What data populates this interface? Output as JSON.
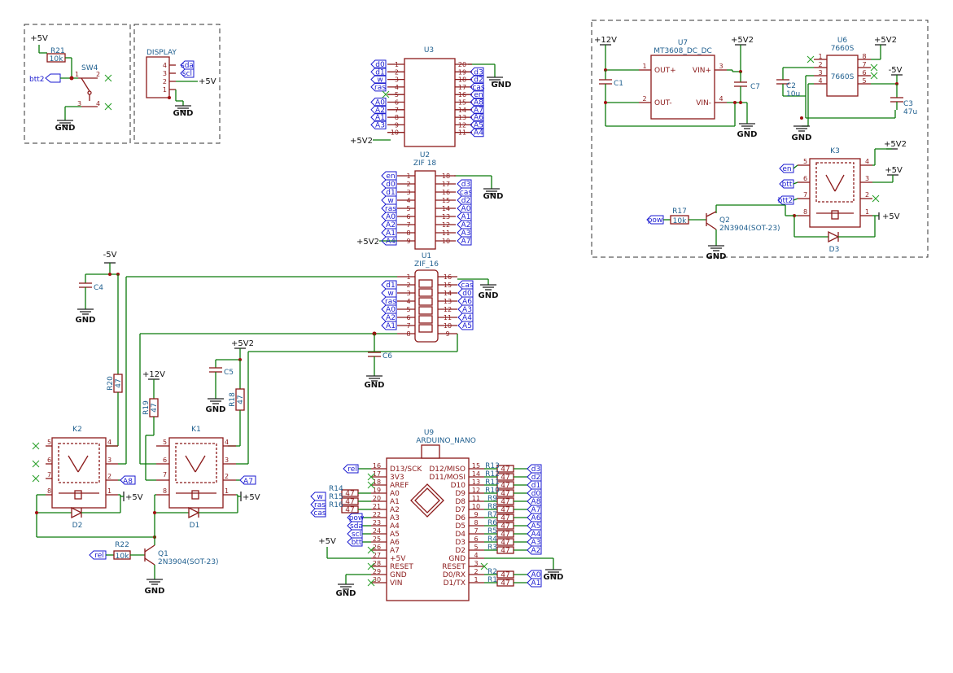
{
  "components": {
    "u3": {
      "ref": "U3",
      "left_pins": [
        "1",
        "2",
        "3",
        "4",
        "5",
        "6",
        "7",
        "8",
        "9",
        "10"
      ],
      "right_pins": [
        "20",
        "19",
        "18",
        "17",
        "16",
        "15",
        "14",
        "13",
        "12",
        "11"
      ],
      "left_nets": [
        "d0",
        "d1",
        "w",
        "ras",
        "",
        "A0",
        "A2",
        "A1",
        "A3",
        ""
      ],
      "right_nets": [
        "",
        "d3",
        "d2",
        "cas",
        "en",
        "A8",
        "A7",
        "A6",
        "A5",
        "A4"
      ]
    },
    "u2": {
      "ref": "U2",
      "value": "ZIF 18",
      "left_pins": [
        "1",
        "2",
        "3",
        "4",
        "5",
        "6",
        "7",
        "8",
        "9"
      ],
      "right_pins": [
        "18",
        "17",
        "16",
        "15",
        "14",
        "13",
        "12",
        "11",
        "10"
      ],
      "left_nets": [
        "en",
        "d0",
        "d1",
        "w",
        "ras",
        "A0",
        "A2",
        "A1",
        "A4"
      ],
      "right_nets": [
        "",
        "d3",
        "cas",
        "d2",
        "A0",
        "A1",
        "A2",
        "A3",
        "A7"
      ]
    },
    "u1": {
      "ref": "U1",
      "value": "ZIF_16",
      "left_pins": [
        "1",
        "2",
        "3",
        "4",
        "5",
        "6",
        "7",
        "8"
      ],
      "right_pins": [
        "16",
        "15",
        "14",
        "13",
        "12",
        "11",
        "10",
        "9"
      ],
      "left_nets": [
        "",
        "d1",
        "w",
        "ras",
        "A0",
        "A2",
        "A1",
        ""
      ],
      "right_nets": [
        "",
        "cas",
        "d0",
        "A6",
        "A3",
        "A4",
        "A5",
        ""
      ]
    },
    "u7": {
      "ref": "U7",
      "value": "MT3608_DC_DC",
      "pins": [
        {
          "num": "1",
          "name": "OUT+"
        },
        {
          "num": "2",
          "name": "OUT-"
        },
        {
          "num": "3",
          "name": "VIN+"
        },
        {
          "num": "4",
          "name": "VIN-"
        }
      ]
    },
    "u6": {
      "ref": "U6",
      "value": "7660S",
      "left_pins": [
        "1",
        "2",
        "3",
        "4"
      ],
      "right_pins": [
        "8",
        "7",
        "6",
        "5"
      ]
    },
    "u9": {
      "ref": "U9",
      "value": "ARDUINO_NANO",
      "left_pins": [
        {
          "num": "16",
          "name": "D13/SCK"
        },
        {
          "num": "17",
          "name": "3V3"
        },
        {
          "num": "18",
          "name": "AREF"
        },
        {
          "num": "19",
          "name": "A0"
        },
        {
          "num": "20",
          "name": "A1"
        },
        {
          "num": "21",
          "name": "A2"
        },
        {
          "num": "22",
          "name": "A3"
        },
        {
          "num": "23",
          "name": "A4"
        },
        {
          "num": "24",
          "name": "A5"
        },
        {
          "num": "25",
          "name": "A6"
        },
        {
          "num": "26",
          "name": "A7"
        },
        {
          "num": "27",
          "name": "+5V"
        },
        {
          "num": "28",
          "name": "RESET"
        },
        {
          "num": "29",
          "name": "GND"
        },
        {
          "num": "30",
          "name": "VIN"
        }
      ],
      "right_pins": [
        {
          "num": "15",
          "name": "D12/MISO"
        },
        {
          "num": "14",
          "name": "D11/MOSI"
        },
        {
          "num": "13",
          "name": "D10"
        },
        {
          "num": "12",
          "name": "D9"
        },
        {
          "num": "11",
          "name": "D8"
        },
        {
          "num": "10",
          "name": "D7"
        },
        {
          "num": "9",
          "name": "D6"
        },
        {
          "num": "8",
          "name": "D5"
        },
        {
          "num": "7",
          "name": "D4"
        },
        {
          "num": "6",
          "name": "D3"
        },
        {
          "num": "5",
          "name": "D2"
        },
        {
          "num": "4",
          "name": "GND"
        },
        {
          "num": "3",
          "name": "RESET"
        },
        {
          "num": "2",
          "name": "D0/RX"
        },
        {
          "num": "1",
          "name": "D1/TX"
        }
      ]
    },
    "k1": {
      "ref": "K1"
    },
    "k2": {
      "ref": "K2"
    },
    "k3": {
      "ref": "K3"
    },
    "sw4": {
      "ref": "SW4"
    },
    "display": {
      "ref": "DISPLAY",
      "pins": [
        "4",
        "3",
        "2",
        "1"
      ],
      "nets": [
        "sda",
        "scl",
        "+5V",
        ""
      ]
    },
    "q1": {
      "ref": "Q1",
      "value": "2N3904(SOT-23)"
    },
    "q2": {
      "ref": "Q2",
      "value": "2N3904(SOT-23)"
    },
    "d1": {
      "ref": "D1"
    },
    "d2": {
      "ref": "D2"
    },
    "d3": {
      "ref": "D3"
    },
    "c1": {
      "ref": "C1"
    },
    "c2": {
      "ref": "C2",
      "value": "10u"
    },
    "c3": {
      "ref": "C3",
      "value": "47u"
    },
    "c4": {
      "ref": "C4"
    },
    "c5": {
      "ref": "C5"
    },
    "c6": {
      "ref": "C6"
    },
    "c7": {
      "ref": "C7"
    },
    "r21": {
      "ref": "R21",
      "value": "10k"
    },
    "r22": {
      "ref": "R22",
      "value": "10k"
    },
    "r17": {
      "ref": "R17",
      "value": "10k"
    },
    "r18": {
      "ref": "R18",
      "value": "47"
    },
    "r19": {
      "ref": "R19",
      "value": "47"
    },
    "r20": {
      "ref": "R20",
      "value": "47"
    },
    "arduino_left_res": [
      {
        "ref": "R14",
        "value": "47",
        "net": "w"
      },
      {
        "ref": "R15",
        "value": "47",
        "net": "ras"
      },
      {
        "ref": "R16",
        "value": "47",
        "net": "cas"
      }
    ],
    "arduino_right_res": [
      {
        "ref": "R13",
        "value": "47",
        "net": "d3"
      },
      {
        "ref": "R12",
        "value": "47",
        "net": "d2"
      },
      {
        "ref": "R11",
        "value": "47",
        "net": "d1"
      },
      {
        "ref": "R10",
        "value": "47",
        "net": "d0"
      },
      {
        "ref": "R9",
        "value": "47",
        "net": "A8"
      },
      {
        "ref": "R8",
        "value": "47",
        "net": "A7"
      },
      {
        "ref": "R7",
        "value": "47",
        "net": "A6"
      },
      {
        "ref": "R6",
        "value": "47",
        "net": "A5"
      },
      {
        "ref": "R5",
        "value": "47",
        "net": "A4"
      },
      {
        "ref": "R4",
        "value": "47",
        "net": "A3"
      },
      {
        "ref": "R3",
        "value": "47",
        "net": "A2"
      },
      {
        "ref": "R2",
        "value": "47",
        "net": "A0"
      },
      {
        "ref": "R1",
        "value": "47",
        "net": "A1"
      }
    ],
    "arduino_left_nets": [
      "rel",
      "pow",
      "sda",
      "scl",
      "btt"
    ]
  },
  "power": {
    "p5v": "+5V",
    "p5v2": "+5V2",
    "p12v": "+12V",
    "n5v": "-5V",
    "gnd": "GND"
  },
  "nets": {
    "btt2": "btt2",
    "en": "en",
    "btt": "btt",
    "pow": "pow",
    "rel": "rel",
    "A8": "A8",
    "A7": "A7"
  }
}
